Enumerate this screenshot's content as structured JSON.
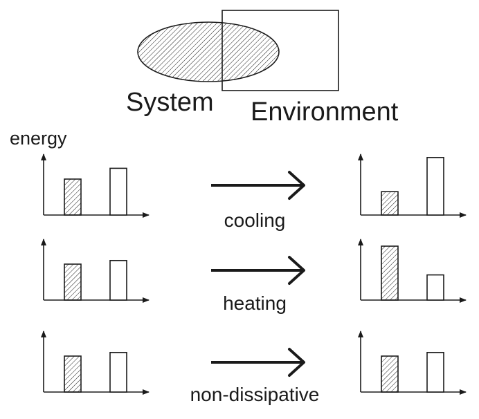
{
  "labels": {
    "system": "System",
    "environment": "Environment",
    "energy": "energy"
  },
  "processes": [
    {
      "name": "cooling",
      "before": {
        "system": 1.0,
        "environment": 1.3
      },
      "after": {
        "system": 0.65,
        "environment": 1.6
      }
    },
    {
      "name": "heating",
      "before": {
        "system": 1.0,
        "environment": 1.1
      },
      "after": {
        "system": 1.5,
        "environment": 0.7
      }
    },
    {
      "name": "non-dissipative",
      "before": {
        "system": 1.0,
        "environment": 1.1
      },
      "after": {
        "system": 1.0,
        "environment": 1.1
      }
    }
  ],
  "colors": {
    "ink": "#1a1a1a",
    "background": "#ffffff"
  }
}
